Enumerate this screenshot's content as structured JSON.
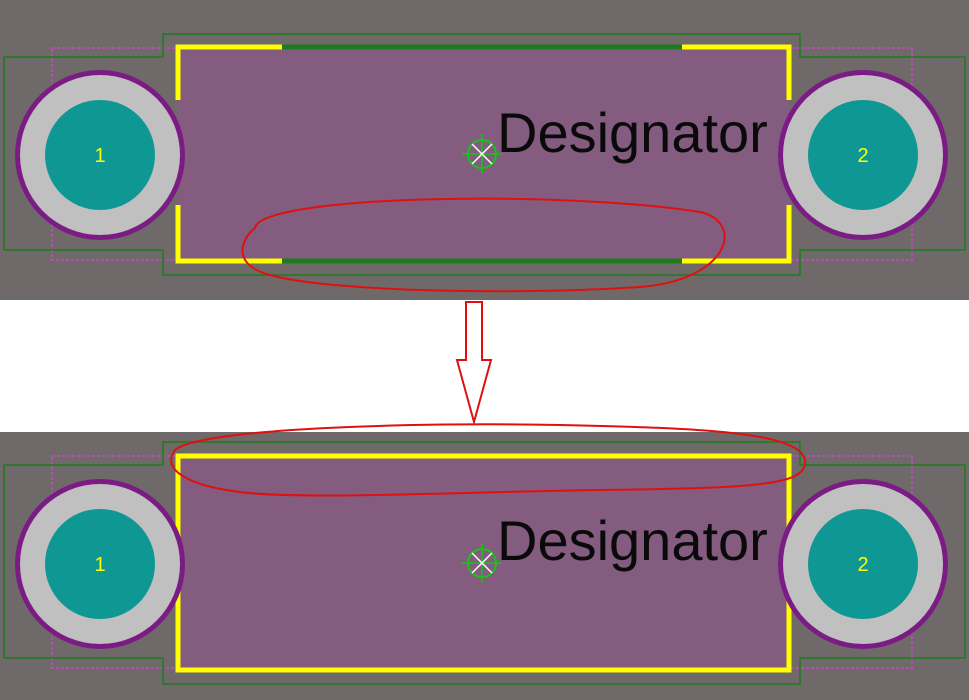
{
  "colors": {
    "board": "#6f6a69",
    "body_fill": "#835c80",
    "overlay_yellow": "#ffff00",
    "courtyard_green": "#1e7a1e",
    "assembly_magenta": "#b24fb0",
    "pad_ring_purple": "#7a1c84",
    "pad_gray": "#c0c0c0",
    "pad_teal": "#0f9793",
    "annotation_red": "#e01010",
    "designator_text": "#0a0a0a",
    "origin_green": "#17c417"
  },
  "icons": {
    "origin_marker": "origin-crosshair-icon",
    "transition_arrow": "arrow-down-icon"
  },
  "top_view": {
    "designator": "Designator",
    "pad_1_label": "1",
    "pad_2_label": "2"
  },
  "bottom_view": {
    "designator": "Designator",
    "pad_1_label": "1",
    "pad_2_label": "2"
  }
}
